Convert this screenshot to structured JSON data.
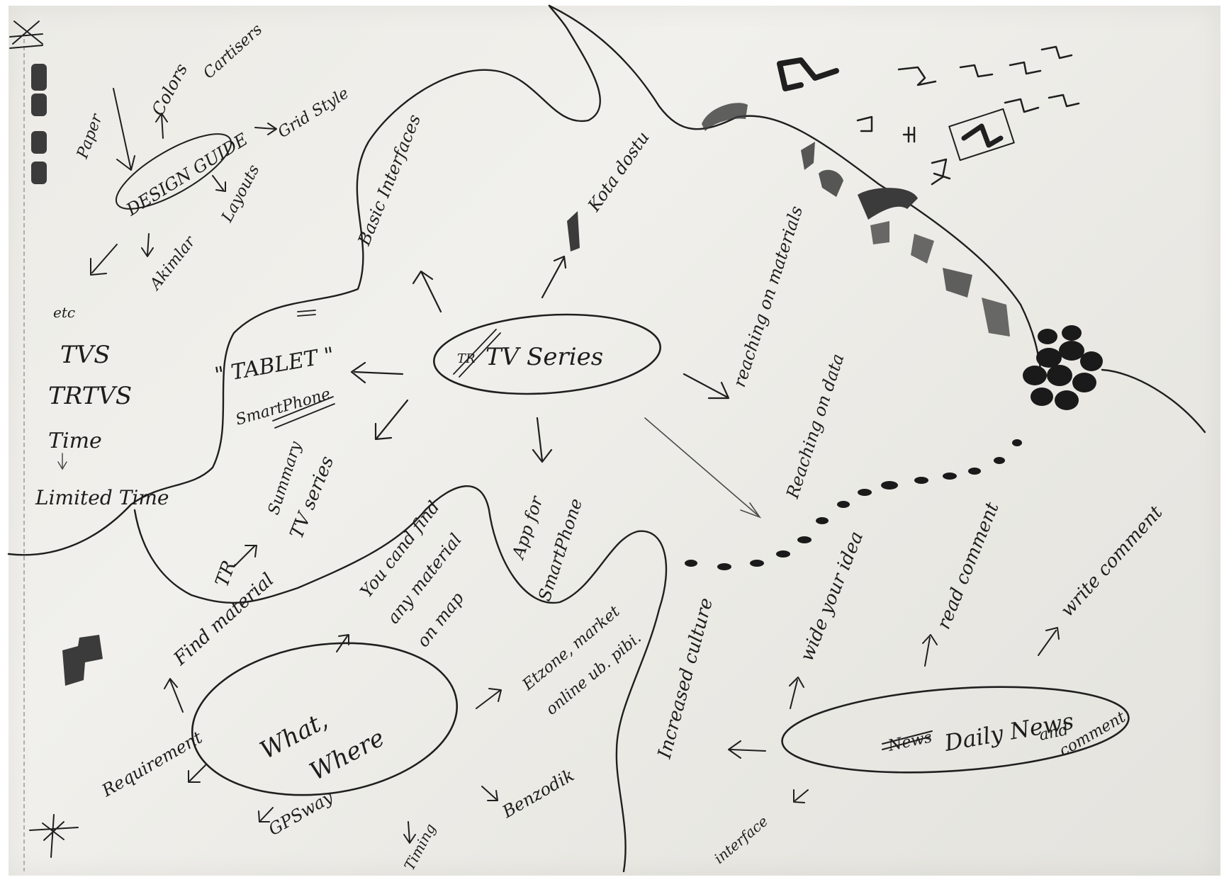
{
  "design_guide": {
    "title": "DESIGN GUIDE",
    "items": [
      "Colors",
      "Cartisers",
      "Grid Style",
      "Layouts",
      "Akimlar",
      "Paper",
      "etc"
    ]
  },
  "left_notes": [
    "TVS",
    "TRTVS",
    "Time",
    "Limited Time"
  ],
  "basic_interfaces": "Basic Interfaces",
  "kota": "Kota dostu",
  "tablet": {
    "line1": "\" TABLET \"",
    "line2": "SmartPhone"
  },
  "center": {
    "abbr": "TR",
    "title": "TV Series"
  },
  "summary": {
    "line1": "Summary",
    "line2": "TV series",
    "abbr": "TR"
  },
  "app": {
    "line1": "App for",
    "line2": "SmartPhone"
  },
  "reaching_materials": "reaching on materials",
  "reaching_data": "Reaching on data",
  "find_material": "Find material",
  "map_note": {
    "line1": "You cand find",
    "line2": "any material",
    "line3": "on map"
  },
  "etzone": {
    "line1": "Etzone, market",
    "line2": "online ub. pibi."
  },
  "what": {
    "line1": "What,",
    "line2": "Where"
  },
  "requirement": "Requirement",
  "gpsway": "GPSway",
  "timing": "Timing",
  "benzodik": "Benzodik",
  "increased_culture": "Increased culture",
  "wide_idea": "wide your idea",
  "read_comment": "read comment",
  "write_comment": "write comment",
  "daily": {
    "struck": "News",
    "line1": "Daily News",
    "line2": "and",
    "line3": "comment"
  },
  "interface": "interface"
}
